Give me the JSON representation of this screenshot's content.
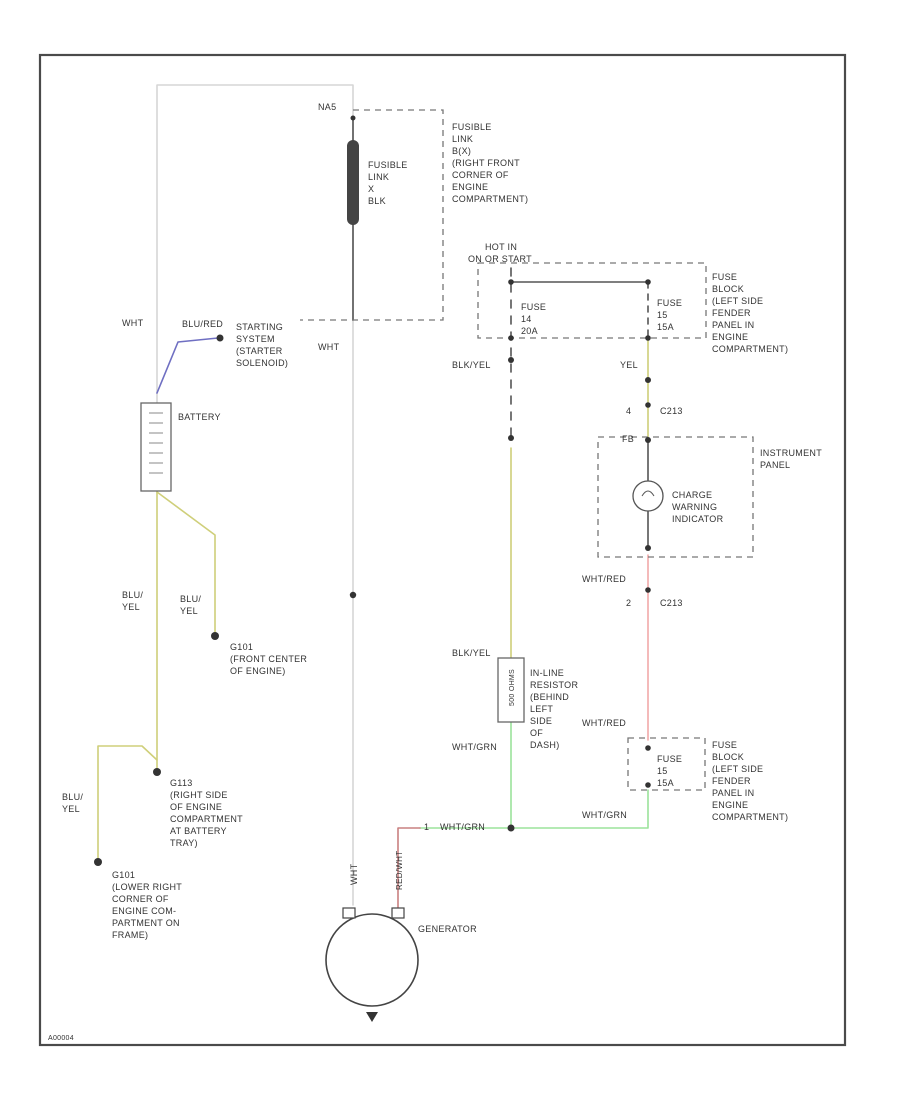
{
  "colors": {
    "wht": "#d6d6d6",
    "blk": "#555555",
    "blu": "#6f6fc2",
    "yel": "#cfcf7a",
    "red": "#f2a8a8",
    "grn": "#9be39b",
    "redwht": "#c98080",
    "frame": "#4a4a4a"
  },
  "labels": {
    "gen_top_tag": "NA5",
    "fusible_link_desc": [
      "FUSIBLE",
      "LINK",
      "B(X)",
      "(RIGHT FRONT",
      "CORNER OF",
      "ENGINE",
      "COMPARTMENT)"
    ],
    "fusible_link_part": [
      "FUSIBLE",
      "LINK",
      "X",
      "BLK"
    ],
    "wht_left": "WHT",
    "wht_center": "WHT",
    "wht_gen": "WHT",
    "blu_red": "BLU/RED",
    "starting_system": [
      "STARTING",
      "SYSTEM",
      "(STARTER",
      "SOLENOID)"
    ],
    "battery": "BATTERY",
    "hot_in": [
      "HOT IN",
      "ON OR START"
    ],
    "fuse_left": [
      "FUSE",
      "14",
      "20A"
    ],
    "fuse_right": [
      "FUSE",
      "15",
      "15A"
    ],
    "fuse_block_top": [
      "FUSE",
      "BLOCK",
      "(LEFT SIDE",
      "FENDER",
      "PANEL IN",
      "ENGINE",
      "COMPARTMENT)"
    ],
    "blk_yel_1": "BLK/YEL",
    "yel": "YEL",
    "connector_c213_top": "C213",
    "pin_4": "4",
    "pin_fb": "FB",
    "instrument_panel": [
      "INSTRUMENT",
      "PANEL"
    ],
    "charge_indicator": [
      "CHARGE",
      "WARNING",
      "INDICATOR"
    ],
    "wht_red_1": "WHT/RED",
    "pin_2": "2",
    "connector_c213_bottom": "C213",
    "blk_yel_2": "BLK/YEL",
    "inline_resistor": [
      "IN-LINE",
      "RESISTOR",
      "(BEHIND",
      "LEFT",
      "SIDE",
      "OF",
      "DASH)"
    ],
    "resistor_ohms": "500 OHMS",
    "wht_grn_left": "WHT/GRN",
    "wht_red_2": "WHT/RED",
    "fuse_bottom": [
      "FUSE",
      "15",
      "15A"
    ],
    "fuse_block_bottom": [
      "FUSE",
      "BLOCK",
      "(LEFT SIDE",
      "FENDER",
      "PANEL IN",
      "ENGINE",
      "COMPARTMENT)"
    ],
    "wht_grn_right": "WHT/GRN",
    "wht_grn_bottom": "WHT/GRN",
    "pin_1": "1",
    "blu_yel_a": [
      "BLU/",
      "YEL"
    ],
    "blu_yel_b": [
      "BLU/",
      "YEL"
    ],
    "blu_yel_c": [
      "BLU/",
      "YEL"
    ],
    "g101": [
      "G101",
      "(FRONT CENTER",
      "OF ENGINE)"
    ],
    "g113": [
      "G113",
      "(RIGHT SIDE",
      "OF ENGINE",
      "COMPARTMENT",
      "AT BATTERY",
      "TRAY)"
    ],
    "g101b": [
      "G101",
      "(LOWER RIGHT",
      "CORNER OF",
      "ENGINE COM-",
      "PARTMENT ON",
      "FRAME)"
    ],
    "red_wht": "RED/WHT",
    "generator": "GENERATOR",
    "diagram_id": "A00004"
  }
}
